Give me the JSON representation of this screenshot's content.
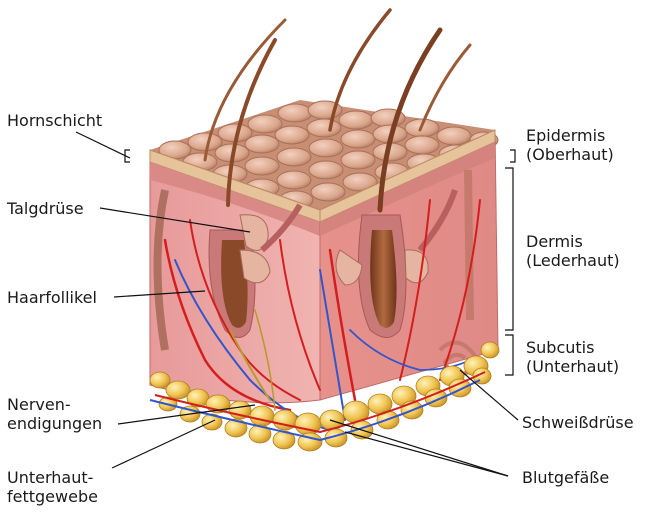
{
  "labels": {
    "hornschicht": "Hornschicht",
    "talgdruese": "Talgdrüse",
    "haarfollikel": "Haarfollikel",
    "nerven_line1": "Nerven-",
    "nerven_line2": "endigungen",
    "fett_line1": "Unterhaut-",
    "fett_line2": "fettgewebe",
    "epidermis_line1": "Epidermis",
    "epidermis_line2": "(Oberhaut)",
    "dermis_line1": "Dermis",
    "dermis_line2": "(Lederhaut)",
    "subcutis_line1": "Subcutis",
    "subcutis_line2": "(Unterhaut)",
    "schweissdruese": "Schweißdrüse",
    "blutgefaesse": "Blutgefäße"
  },
  "colors": {
    "skin_surface": "#d9a58a",
    "dermis": "#e8a3a3",
    "dermis_dark": "#d88585",
    "fat": "#f0c451",
    "vessel_red": "#d41e1e",
    "vessel_blue": "#3355cc",
    "hair": "#8a4a2a",
    "nerve": "#b89a2a"
  }
}
